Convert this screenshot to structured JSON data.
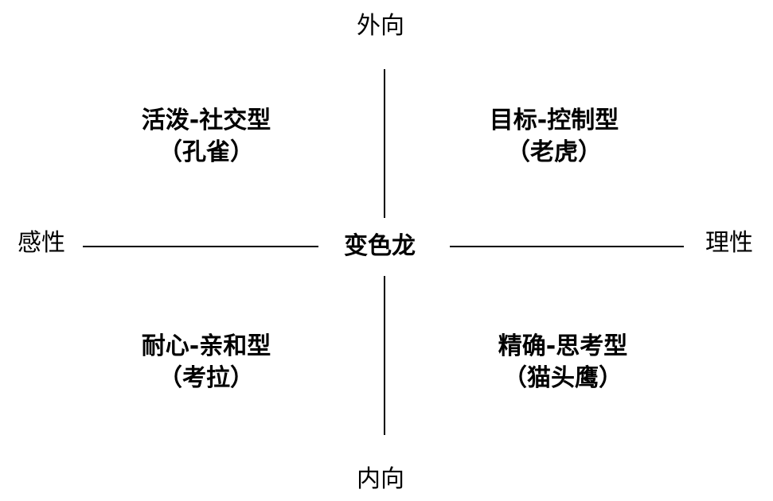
{
  "axes": {
    "top": "外向",
    "bottom": "内向",
    "left": "感性",
    "right": "理性"
  },
  "center": "变色龙",
  "quadrants": {
    "top_left": {
      "type": "活泼-社交型",
      "animal": "（孔雀）"
    },
    "top_right": {
      "type": "目标-控制型",
      "animal": "（老虎）"
    },
    "bottom_left": {
      "type": "耐心-亲和型",
      "animal": "（考拉）"
    },
    "bottom_right": {
      "type": "精确-思考型",
      "animal": "（猫头鹰）"
    }
  }
}
